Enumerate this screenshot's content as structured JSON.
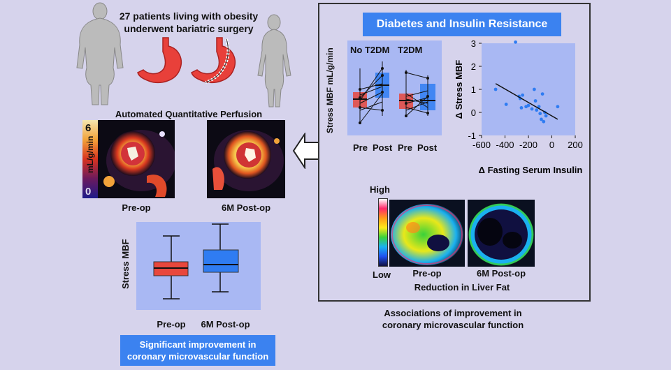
{
  "header": {
    "line1": "27 patients living with obesity",
    "line2": "underwent bariatric surgery"
  },
  "perfusion": {
    "title": "Automated Quantitative Perfusion",
    "scale_max": "6",
    "scale_min": "0",
    "scale_unit": "mL/g/min",
    "pre_label": "Pre-op",
    "post_label": "6M Post-op"
  },
  "boxplot": {
    "ylabel": "Stress MBF",
    "pre_label": "Pre-op",
    "post_label": "6M Post-op",
    "pre_color": "#e8473c",
    "post_color": "#2f7cf2"
  },
  "conclusion": {
    "line1": "Significant improvement in",
    "line2": "coronary microvascular function"
  },
  "right_panel": {
    "banner": "Diabetes and Insulin Resistance",
    "paired": {
      "ylabel": "Stress MBF mL/g/min",
      "group1": "No T2DM",
      "group2": "T2DM",
      "tick_pre": "Pre",
      "tick_post": "Post"
    },
    "liver": {
      "high": "High",
      "low": "Low",
      "pre_label": "Pre-op",
      "post_label": "6M Post-op",
      "caption": "Reduction in Liver Fat"
    },
    "footer": {
      "line1": "Associations of improvement in",
      "line2": "coronary microvascular function"
    }
  },
  "chart_data": {
    "type": "scatter",
    "xlabel": "Δ Fasting Serum Insulin",
    "ylabel": "Δ Stress MBF",
    "xlim": [
      -600,
      200
    ],
    "ylim": [
      -1,
      3
    ],
    "xticks": [
      -600,
      -400,
      -200,
      0,
      200
    ],
    "yticks": [
      -1,
      0,
      1,
      2,
      3
    ],
    "points": [
      {
        "x": -310,
        "y": 3.05
      },
      {
        "x": -480,
        "y": 1.0
      },
      {
        "x": -390,
        "y": 0.35
      },
      {
        "x": -280,
        "y": 0.7
      },
      {
        "x": -270,
        "y": 0.6
      },
      {
        "x": -250,
        "y": 0.75
      },
      {
        "x": -260,
        "y": 0.2
      },
      {
        "x": -220,
        "y": 0.25
      },
      {
        "x": -200,
        "y": 0.3
      },
      {
        "x": -150,
        "y": 1.0
      },
      {
        "x": -140,
        "y": 0.5
      },
      {
        "x": -170,
        "y": 0.15
      },
      {
        "x": -130,
        "y": 0.1
      },
      {
        "x": -110,
        "y": 0.25
      },
      {
        "x": -100,
        "y": -0.05
      },
      {
        "x": -90,
        "y": -0.3
      },
      {
        "x": -80,
        "y": 0.8
      },
      {
        "x": -60,
        "y": 0.0
      },
      {
        "x": -70,
        "y": -0.4
      },
      {
        "x": -50,
        "y": -0.15
      },
      {
        "x": 50,
        "y": 0.25
      }
    ],
    "trend": {
      "x": [
        -480,
        50
      ],
      "y": [
        1.25,
        -0.3
      ]
    },
    "grid": false,
    "point_color": "#2f7cf2"
  }
}
